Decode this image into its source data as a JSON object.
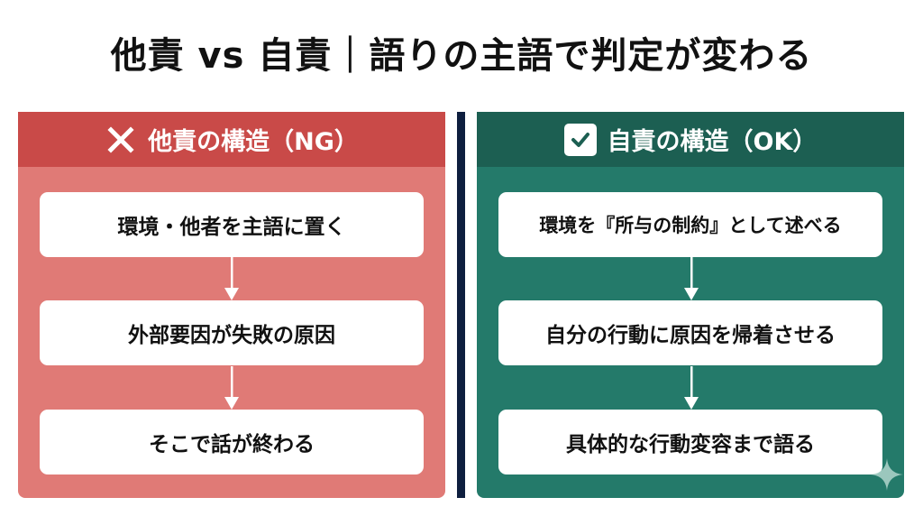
{
  "title": "他責 vs 自責｜語りの主語で判定が変わる",
  "colors": {
    "ng_header": "#c94a48",
    "ng_body": "#e07a76",
    "ok_header": "#1c5f52",
    "ok_body": "#247a6a",
    "divider": "#0e1f3f",
    "card": "#ffffff",
    "text": "#111111"
  },
  "panels": {
    "ng": {
      "icon": "x-mark-icon",
      "heading": "他責の構造（NG）",
      "steps": [
        {
          "label": "環境・他者を主語に置く"
        },
        {
          "label": "外部要因が失敗の原因"
        },
        {
          "label": "そこで話が終わる"
        }
      ]
    },
    "ok": {
      "icon": "checkbox-icon",
      "heading": "自責の構造（OK）",
      "steps": [
        {
          "label": "環境を『所与の制約』として述べる"
        },
        {
          "label": "自分の行動に原因を帰着させる"
        },
        {
          "label": "具体的な行動変容まで語る"
        }
      ]
    }
  }
}
